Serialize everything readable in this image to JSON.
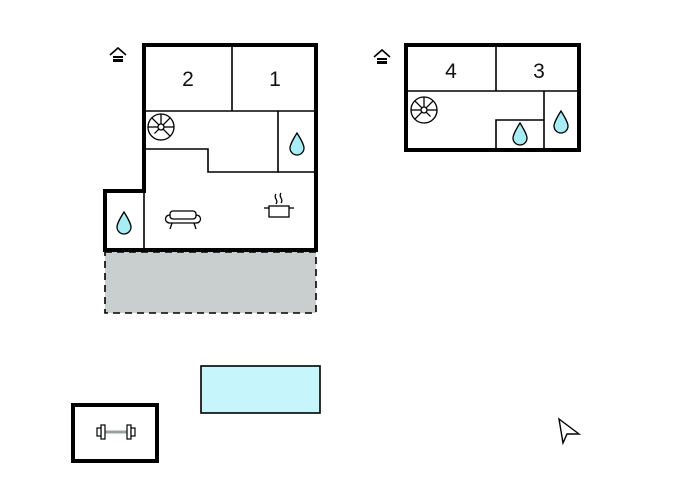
{
  "floor_plan": {
    "rooms": [
      {
        "id": "room-2",
        "label": "2"
      },
      {
        "id": "room-1",
        "label": "1"
      },
      {
        "id": "room-4",
        "label": "4"
      },
      {
        "id": "room-3",
        "label": "3"
      }
    ],
    "icons": [
      "house-entrance-icon",
      "spiral-staircase-icon",
      "water-drop-icon",
      "sofa-icon",
      "cooking-pot-icon",
      "dumbbell-icon",
      "north-arrow-icon"
    ],
    "colors": {
      "wall": "#000000",
      "terrace_fill": "#c9cfcf",
      "pool_fill": "#c6f6fb",
      "water_drop": "#a8ecf4",
      "dumbbell_bar": "#9aa0a0"
    }
  }
}
